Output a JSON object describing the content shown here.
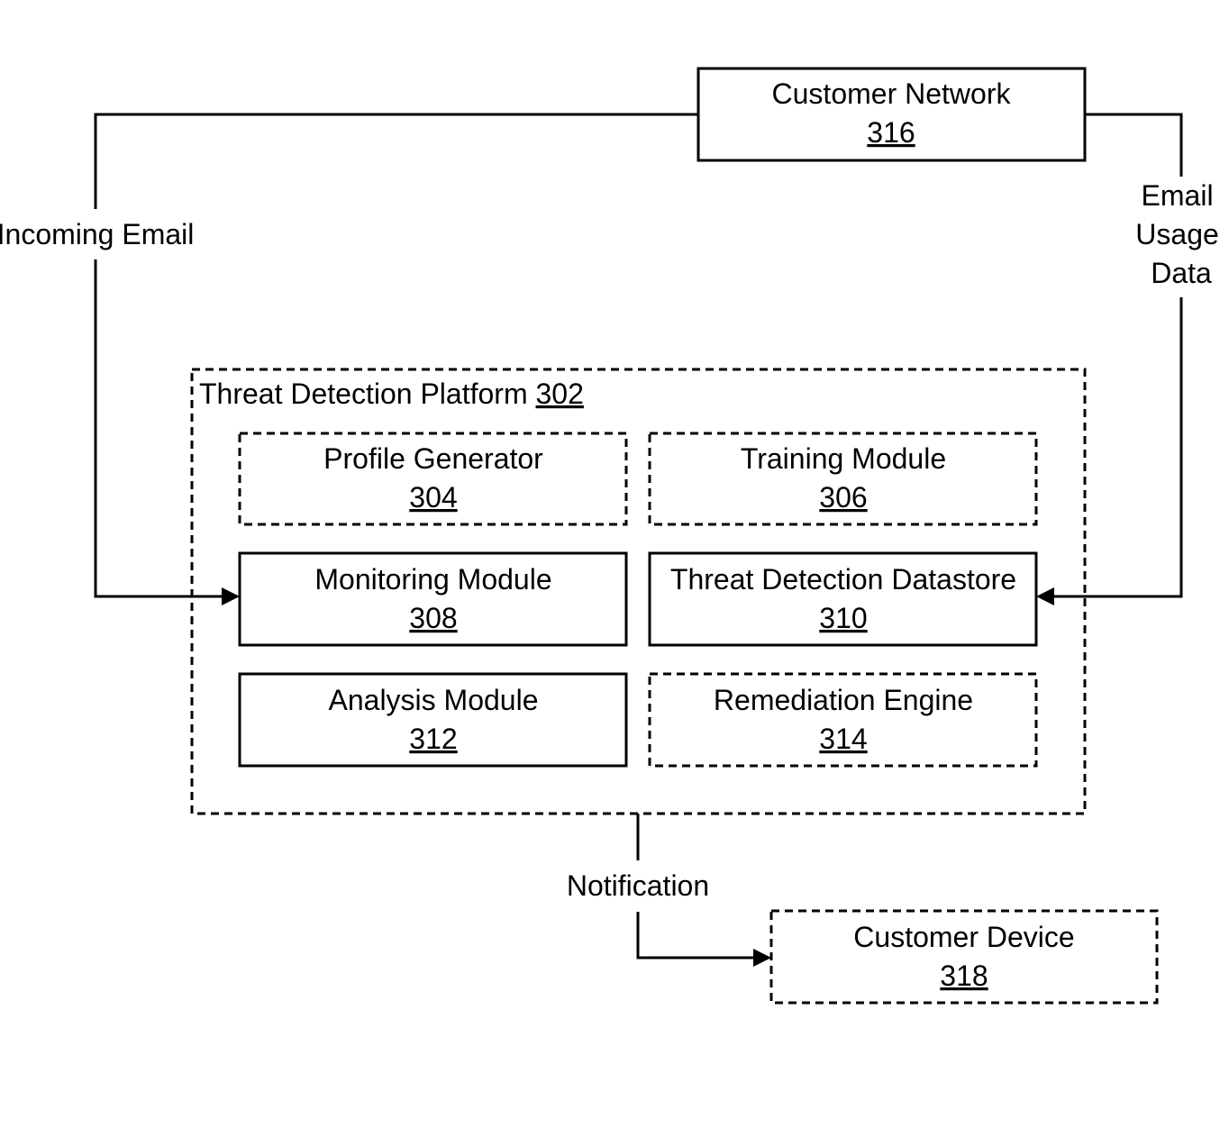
{
  "platform": {
    "title": "Threat Detection Platform",
    "ref": "302"
  },
  "modules": {
    "profile_generator": {
      "title": "Profile Generator",
      "ref": "304"
    },
    "training_module": {
      "title": "Training Module",
      "ref": "306"
    },
    "monitoring_module": {
      "title": "Monitoring Module",
      "ref": "308"
    },
    "threat_detection_datastore": {
      "title": "Threat Detection Datastore",
      "ref": "310"
    },
    "analysis_module": {
      "title": "Analysis Module",
      "ref": "312"
    },
    "remediation_engine": {
      "title": "Remediation Engine",
      "ref": "314"
    }
  },
  "external": {
    "customer_network": {
      "title": "Customer Network",
      "ref": "316"
    },
    "customer_device": {
      "title": "Customer Device",
      "ref": "318"
    }
  },
  "edges": {
    "incoming_email": "Incoming Email",
    "email_usage_data": [
      "Email",
      "Usage",
      "Data"
    ],
    "notification": "Notification"
  }
}
